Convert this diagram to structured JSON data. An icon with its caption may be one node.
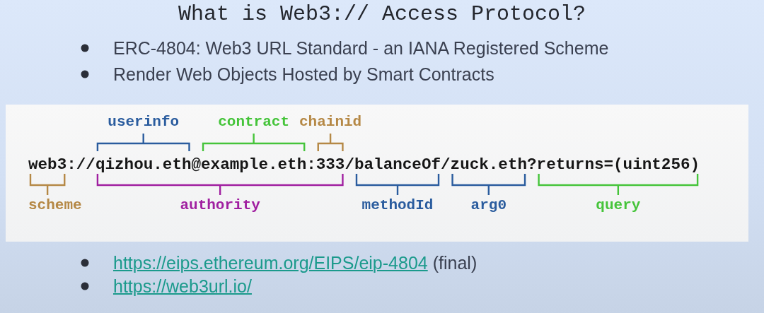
{
  "diagram": {
    "title": "What is Web3:// Access Protocol?",
    "labels": [
      "ERC-4804: Web3 URL Standard - an IANA Registered Scheme",
      "Render Web Objects Hosted by Smart Contracts",
      "userinfo",
      "contract",
      "chainid",
      "web3://qizhou.eth@example.eth:333/balanceOf/zuck.eth?returns=(uint256)",
      "scheme",
      "authority",
      "methodId",
      "arg0",
      "query",
      "https://eips.ethereum.org/EIPS/eip-4804",
      "(final)",
      "https://web3url.io/"
    ]
  }
}
